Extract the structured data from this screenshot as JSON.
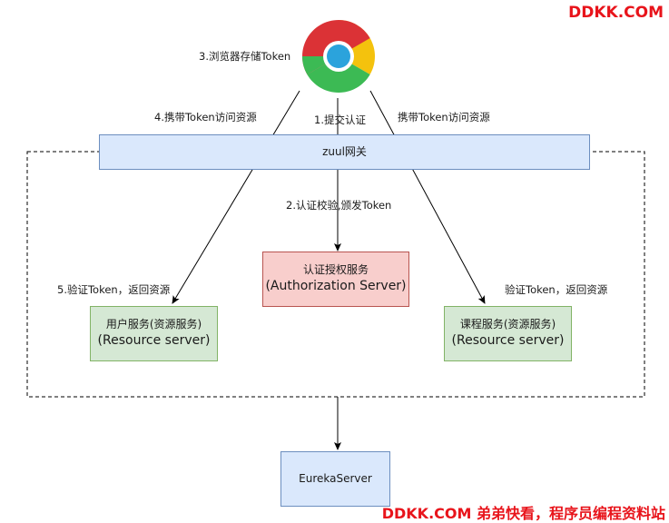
{
  "watermark_top": "DDKK.COM",
  "watermark_bottom": "DDKK.COM 弟弟快看，程序员编程资料站",
  "browser_icon": "chrome-icon",
  "labels": {
    "store_token": "3.浏览器存储Token",
    "submit_auth": "1.提交认证",
    "carry_token_left": "4.携带Token访问资源",
    "carry_token_right": "携带Token访问资源",
    "verify_issue": "2.认证校验,颁发Token",
    "verify_return_left": "5.验证Token，返回资源",
    "verify_return_right": "验证Token，返回资源"
  },
  "nodes": {
    "gateway": "zuul网关",
    "auth_cn": "认证授权服务",
    "auth_en": "(Authorization Server)",
    "user_cn": "用户服务(资源服务)",
    "user_en": "(Resource server)",
    "course_cn": "课程服务(资源服务)",
    "course_en": "(Resource server)",
    "eureka": "EurekaServer"
  },
  "colors": {
    "gateway_fill": "#dae8fc",
    "gateway_stroke": "#6c8ebf",
    "auth_fill": "#f8cecc",
    "auth_stroke": "#b85450",
    "resource_fill": "#d5e8d4",
    "resource_stroke": "#82b366",
    "eureka_fill": "#dae8fc",
    "eureka_stroke": "#6c8ebf",
    "watermark": "#e8141b"
  }
}
